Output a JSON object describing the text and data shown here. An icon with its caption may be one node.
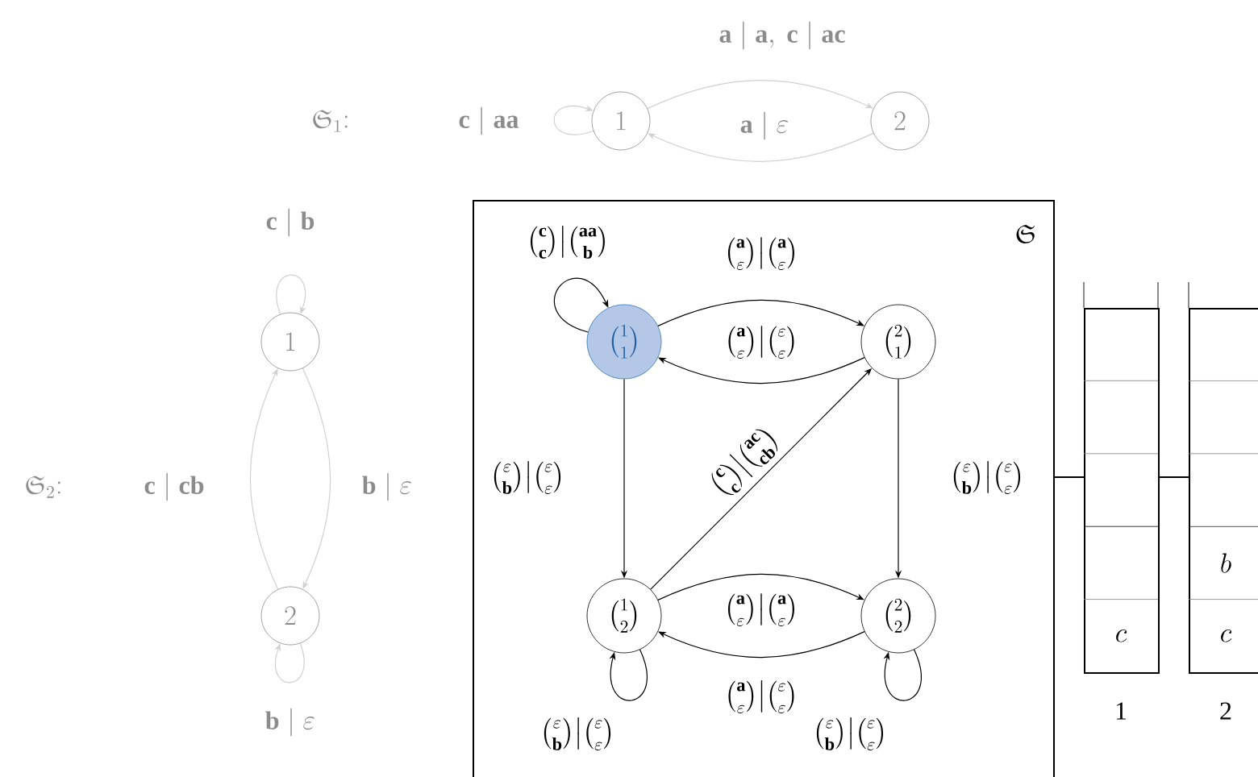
{
  "diagram": {
    "nodes": [
      {
        "text": [
          "1"
        ]
      },
      {
        "text": [
          "2"
        ]
      },
      {
        "text": [
          "1"
        ]
      },
      {
        "text": [
          "2"
        ]
      },
      {
        "text": [
          "\\mathfrak{S}"
        ]
      },
      {
        "text": [
          "\\binom{1}{1}"
        ],
        "in": 4
      },
      {
        "text": [
          "\\binom{2}{1}"
        ],
        "in": 4
      },
      {
        "text": [
          "\\binom{1}{2}"
        ],
        "in": 4
      },
      {
        "text": [
          "\\binom{2}{2}"
        ],
        "in": 4
      },
      {
        "text": [
          "c"
        ],
        "beside": [
          "1"
        ]
      },
      {
        "text": [
          "b",
          "c"
        ],
        "beside": [
          "2"
        ]
      }
    ],
    "edges": [
      {
        "from": 0,
        "to": 0,
        "arrow": "to",
        "label": "\\mathbf{c}\\mid\\mathbf{aa}",
        "color": "#d0d0d0"
      },
      {
        "from": 0,
        "to": 1,
        "arrow": "to",
        "label": "\\mathbf{a}\\mid\\mathbf{a},\\ \\mathbf{c}\\mid\\mathbf{ac}",
        "color": "#d0d0d0"
      },
      {
        "from": 1,
        "to": 0,
        "arrow": "to",
        "label": "\\mathbf{a}\\mid\\varepsilon",
        "color": "#d0d0d0"
      },
      {
        "from": 2,
        "to": 2,
        "arrow": "to",
        "label": "\\mathbf{c}\\mid\\mathbf{b}",
        "color": "#d0d0d0"
      },
      {
        "from": 2,
        "to": 3,
        "arrow": "to",
        "label": "\\mathbf{b}\\mid\\varepsilon",
        "color": "#d0d0d0"
      },
      {
        "from": 3,
        "to": 2,
        "arrow": "to",
        "label": "\\mathbf{c}\\mid\\mathbf{cb}",
        "color": "#d0d0d0"
      },
      {
        "from": 3,
        "to": 3,
        "arrow": "to",
        "label": "\\mathbf{b}\\mid\\varepsilon",
        "color": "#d0d0d0"
      },
      {
        "from": 5,
        "to": 5,
        "arrow": "to",
        "label": "\\binom{\\mathbf{c}}{\\mathbf{c}}\\big|\\binom{\\mathbf{aa}}{\\mathbf{b}}"
      },
      {
        "from": 5,
        "to": 6,
        "arrow": "to",
        "label": "\\binom{\\mathbf{a}}{\\varepsilon}\\big|\\binom{\\mathbf{a}}{\\varepsilon}"
      },
      {
        "from": 6,
        "to": 5,
        "arrow": "to",
        "label": "\\binom{\\mathbf{a}}{\\varepsilon}\\big|\\binom{\\varepsilon}{\\varepsilon}"
      },
      {
        "from": 5,
        "to": 7,
        "arrow": "to",
        "label": "\\binom{\\varepsilon}{\\mathbf{b}}\\big|\\binom{\\varepsilon}{\\varepsilon}"
      },
      {
        "from": 7,
        "to": 6,
        "arrow": "to",
        "label": "\\binom{\\mathbf{c}}{\\mathbf{c}}\\big|\\binom{\\mathbf{ac}}{\\mathbf{cb}}"
      },
      {
        "from": 6,
        "to": 8,
        "arrow": "to",
        "label": "\\binom{\\varepsilon}{\\mathbf{b}}\\big|\\binom{\\varepsilon}{\\varepsilon}"
      },
      {
        "from": 7,
        "to": 8,
        "arrow": "to",
        "label": "\\binom{\\mathbf{a}}{\\varepsilon}\\big|\\binom{\\mathbf{a}}{\\varepsilon}"
      },
      {
        "from": 8,
        "to": 7,
        "arrow": "to",
        "label": "\\binom{\\mathbf{a}}{\\varepsilon}\\big|\\binom{\\varepsilon}{\\varepsilon}"
      },
      {
        "from": 7,
        "to": 7,
        "arrow": "to",
        "label": "\\binom{\\varepsilon}{\\mathbf{b}}\\big|\\binom{\\varepsilon}{\\varepsilon}"
      },
      {
        "from": 8,
        "to": 8,
        "arrow": "to",
        "label": "\\binom{\\varepsilon}{\\mathbf{b}}\\big|\\binom{\\varepsilon}{\\varepsilon}"
      },
      {
        "from": 4,
        "to": 9,
        "arrow": "none"
      },
      {
        "from": 9,
        "to": 10,
        "arrow": "none"
      }
    ],
    "labels": [
      "\\mathfrak{S}_1{:}",
      "\\mathfrak{S}_2{:}"
    ]
  }
}
